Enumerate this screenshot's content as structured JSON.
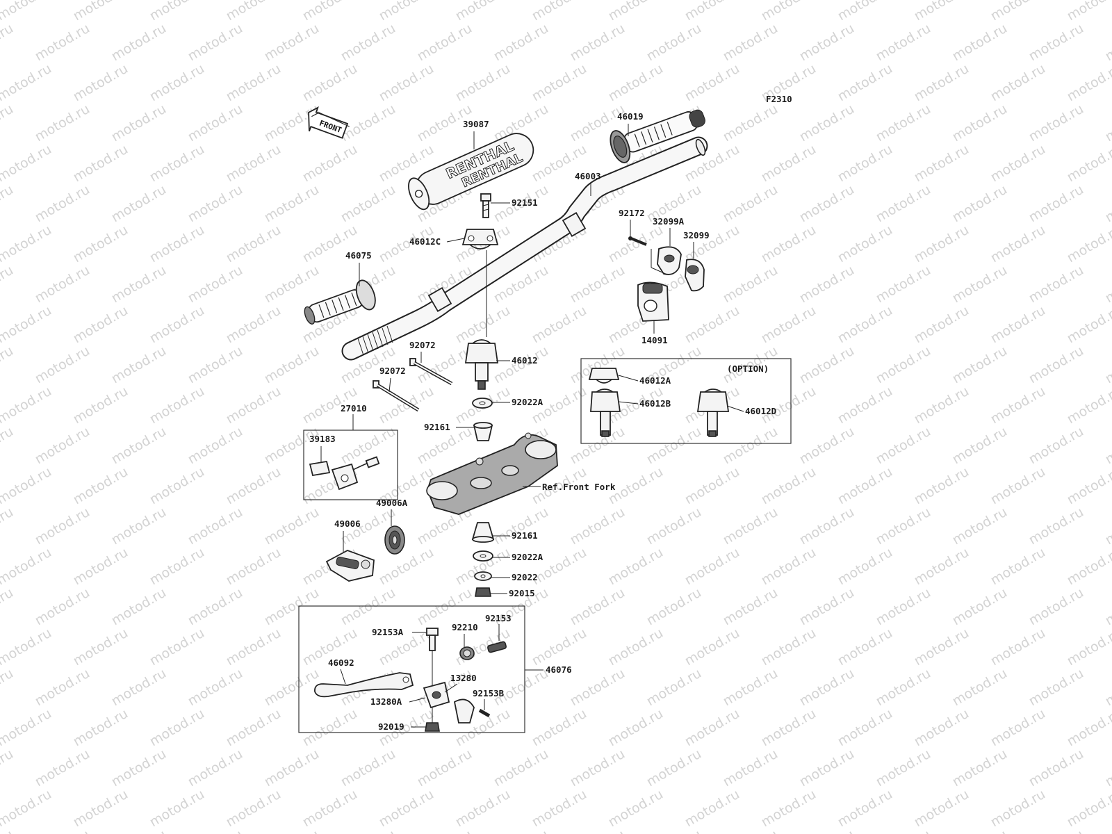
{
  "watermark": "motod.ru",
  "figure_code": "F2310",
  "front_arrow": "FRONT",
  "grip_brand": "RENTHAL",
  "option_label": "(OPTION)",
  "ref_label": "Ref.Front Fork",
  "labels": [
    {
      "id": "39087",
      "text": "39087"
    },
    {
      "id": "46019",
      "text": "46019"
    },
    {
      "id": "46003",
      "text": "46003"
    },
    {
      "id": "92151",
      "text": "92151"
    },
    {
      "id": "46012C",
      "text": "46012C"
    },
    {
      "id": "92172",
      "text": "92172"
    },
    {
      "id": "32099A",
      "text": "32099A"
    },
    {
      "id": "32099",
      "text": "32099"
    },
    {
      "id": "46075",
      "text": "46075"
    },
    {
      "id": "14091",
      "text": "14091"
    },
    {
      "id": "92072a",
      "text": "92072"
    },
    {
      "id": "46012",
      "text": "46012"
    },
    {
      "id": "92072b",
      "text": "92072"
    },
    {
      "id": "46012A",
      "text": "46012A"
    },
    {
      "id": "46012B",
      "text": "46012B"
    },
    {
      "id": "46012D",
      "text": "46012D"
    },
    {
      "id": "92022A_top",
      "text": "92022A"
    },
    {
      "id": "27010",
      "text": "27010"
    },
    {
      "id": "92161_top",
      "text": "92161"
    },
    {
      "id": "39183",
      "text": "39183"
    },
    {
      "id": "49006A",
      "text": "49006A"
    },
    {
      "id": "49006",
      "text": "49006"
    },
    {
      "id": "92161_bot",
      "text": "92161"
    },
    {
      "id": "92022A_bot",
      "text": "92022A"
    },
    {
      "id": "92022",
      "text": "92022"
    },
    {
      "id": "92015",
      "text": "92015"
    },
    {
      "id": "92153",
      "text": "92153"
    },
    {
      "id": "92153A",
      "text": "92153A"
    },
    {
      "id": "92210",
      "text": "92210"
    },
    {
      "id": "46076",
      "text": "46076"
    },
    {
      "id": "46092",
      "text": "46092"
    },
    {
      "id": "13280",
      "text": "13280"
    },
    {
      "id": "13280A",
      "text": "13280A"
    },
    {
      "id": "92153B",
      "text": "92153B"
    },
    {
      "id": "92019",
      "text": "92019"
    }
  ]
}
